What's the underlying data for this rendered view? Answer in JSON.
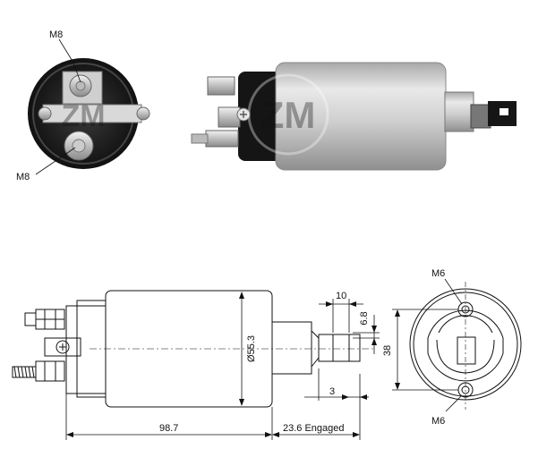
{
  "brand_watermark": "ZM",
  "labels": {
    "top_left_bolt_top": "M8",
    "top_left_bolt_bottom": "M8",
    "end_view_top": "M6",
    "end_view_bottom": "M6"
  },
  "dimensions": {
    "body_length": "98.7",
    "engaged_length": "23.6 Engaged",
    "diameter": "Ø55.3",
    "plunger_width": "10",
    "plunger_offset": "3",
    "slot_size": "6.8",
    "hole_spacing": "38"
  },
  "colors": {
    "housing_black": "#1a1a1a",
    "body_silver": "#c9c9c9",
    "line": "#111111"
  }
}
